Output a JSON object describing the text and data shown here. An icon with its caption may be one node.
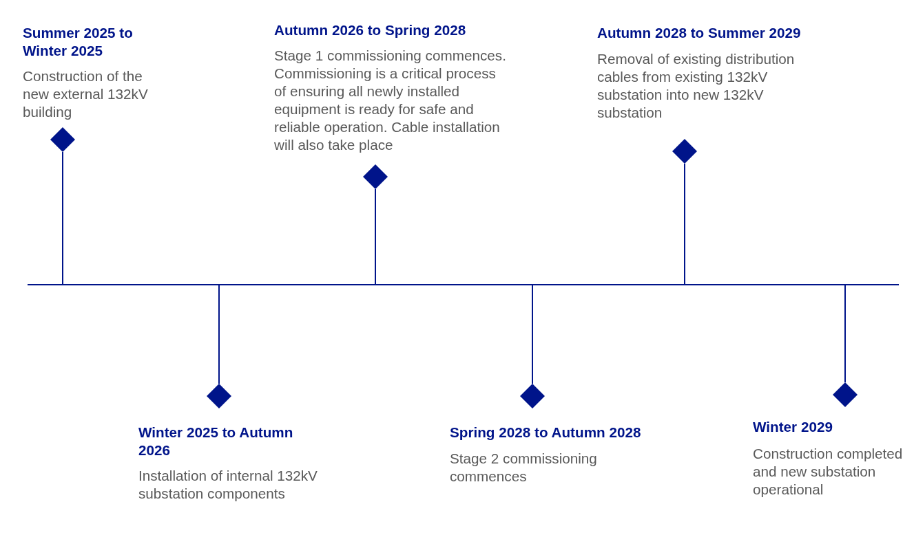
{
  "diagram": {
    "nodes": [
      {
        "text": [],
        "shape": "diamond",
        "beside": [
          "Summer 2025 to Winter 2025",
          "Construction of the new external 132kV building"
        ]
      },
      {
        "text": [],
        "shape": "diamond",
        "beside": [
          "Winter 2025 to Autumn 2026",
          "Installation of internal 132kV substation components"
        ]
      },
      {
        "text": [],
        "shape": "diamond",
        "beside": [
          "Autumn 2026 to Spring 2028",
          "Stage 1 commissioning commences. Commissioning is a critical process of ensuring all newly installed equipment is ready for safe and reliable operation. Cable installation will also take place"
        ]
      },
      {
        "text": [],
        "shape": "diamond",
        "beside": [
          "Spring 2028 to Autumn 2028",
          "Stage 2 commissioning commences"
        ]
      },
      {
        "text": [],
        "shape": "diamond",
        "beside": [
          "Autumn 2028 to Summer 2029",
          "Removal of existing distribution cables from existing 132kV substation into new 132kV substation"
        ]
      },
      {
        "text": [],
        "shape": "diamond",
        "beside": [
          "Winter 2029",
          "Construction completed and new substation operational"
        ]
      },
      {
        "text": [],
        "shape": "line"
      }
    ],
    "edges": [
      {
        "from": 0,
        "to": 6,
        "arrow": "none"
      },
      {
        "from": 1,
        "to": 6,
        "arrow": "none"
      },
      {
        "from": 2,
        "to": 6,
        "arrow": "none"
      },
      {
        "from": 3,
        "to": 6,
        "arrow": "none"
      },
      {
        "from": 4,
        "to": 6,
        "arrow": "none"
      },
      {
        "from": 5,
        "to": 6,
        "arrow": "none"
      }
    ]
  }
}
